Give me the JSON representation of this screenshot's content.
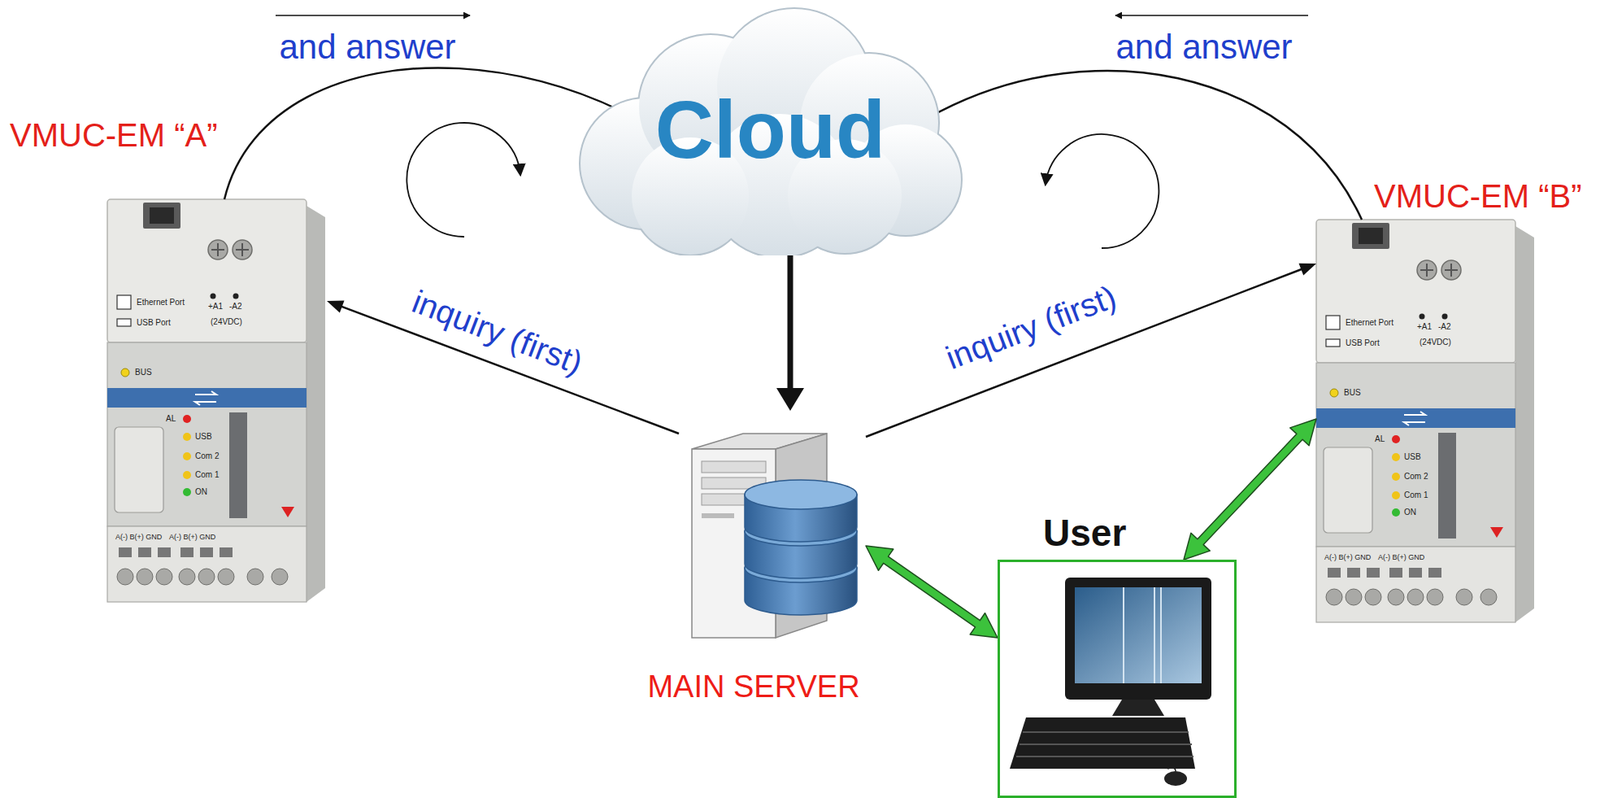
{
  "diagram": {
    "nodes": [
      {
        "text": [
          "VMUC-EM “A”"
        ]
      },
      {
        "text": [
          "Cloud"
        ]
      },
      {
        "text": [
          "VMUC-EM “B”"
        ]
      },
      {
        "text": [
          "MAIN SERVER"
        ]
      },
      {
        "text": [
          "User"
        ]
      }
    ],
    "edges": [
      {
        "from": 0,
        "to": 1,
        "arrow": "none",
        "label": "and answer"
      },
      {
        "from": 2,
        "to": 1,
        "arrow": "none",
        "label": "and answer"
      },
      {
        "from": 1,
        "to": 3,
        "arrow": "to"
      },
      {
        "from": 3,
        "to": 0,
        "arrow": "to",
        "label": "inquiry (first)"
      },
      {
        "from": 3,
        "to": 2,
        "arrow": "to",
        "label": "inquiry (first)"
      },
      {
        "from": 3,
        "to": 4,
        "arrow": "both"
      },
      {
        "from": 4,
        "to": 2,
        "arrow": "both"
      }
    ],
    "labels": [
      "Ethernet Port",
      "USB Port",
      "+A1",
      "-A2",
      "(24VDC)",
      "BUS",
      "AL",
      "USB",
      "Com 2",
      "Com 1",
      "ON",
      "A(-) B(+) GND",
      "A(-) B(+) GND",
      "Ethernet Port",
      "USB Port",
      "+A1",
      "-A2",
      "(24VDC)",
      "BUS",
      "AL",
      "USB",
      "Com 2",
      "Com 1",
      "ON",
      "A(-) B(+) GND",
      "A(-) B(+) GND"
    ]
  }
}
